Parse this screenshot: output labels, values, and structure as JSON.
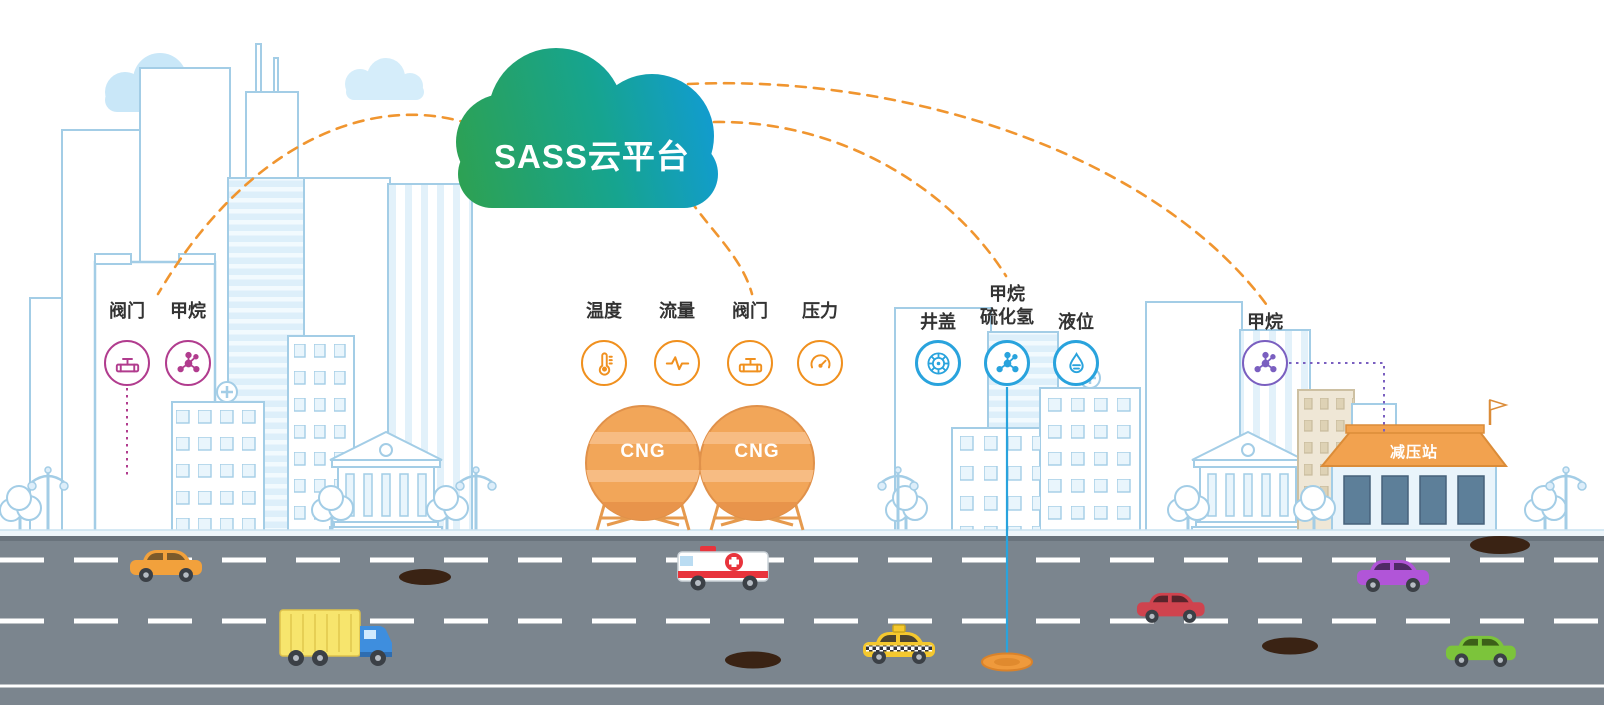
{
  "cloud": {
    "label": "SASS云平台"
  },
  "palette": {
    "connection_line": "#f0952f",
    "group_city_gas": "#b13c8e",
    "group_cng": "#f0901e",
    "group_street": "#29a3dd",
    "group_station": "#7a5fc0",
    "tank": "#f2a659",
    "road": "#7b858e",
    "cloud_gradient_start": "#2da153",
    "cloud_gradient_end": "#119bd7"
  },
  "sensor_groups": [
    {
      "name": "city-gas",
      "color": "#b13c8e",
      "sensors": [
        {
          "label": "阀门",
          "icon": "valve-icon"
        },
        {
          "label": "甲烷",
          "icon": "methane-icon"
        }
      ]
    },
    {
      "name": "cng-storage",
      "color": "#f0901e",
      "sensors": [
        {
          "label": "温度",
          "icon": "temperature-icon"
        },
        {
          "label": "流量",
          "icon": "flow-icon"
        },
        {
          "label": "阀门",
          "icon": "valve-icon"
        },
        {
          "label": "压力",
          "icon": "pressure-icon"
        }
      ]
    },
    {
      "name": "street-underground",
      "color": "#29a3dd",
      "sensors": [
        {
          "label": "井盖",
          "icon": "manhole-icon"
        },
        {
          "label_lines": [
            "甲烷",
            "硫化氢"
          ],
          "icon": "methane-icon"
        },
        {
          "label": "液位",
          "icon": "level-icon"
        }
      ]
    },
    {
      "name": "pressure-station",
      "color": "#7a5fc0",
      "sensors": [
        {
          "label": "甲烷",
          "icon": "methane-icon"
        }
      ]
    }
  ],
  "facilities": {
    "cng_tank_label": "CNG",
    "station_label": "减压站"
  }
}
